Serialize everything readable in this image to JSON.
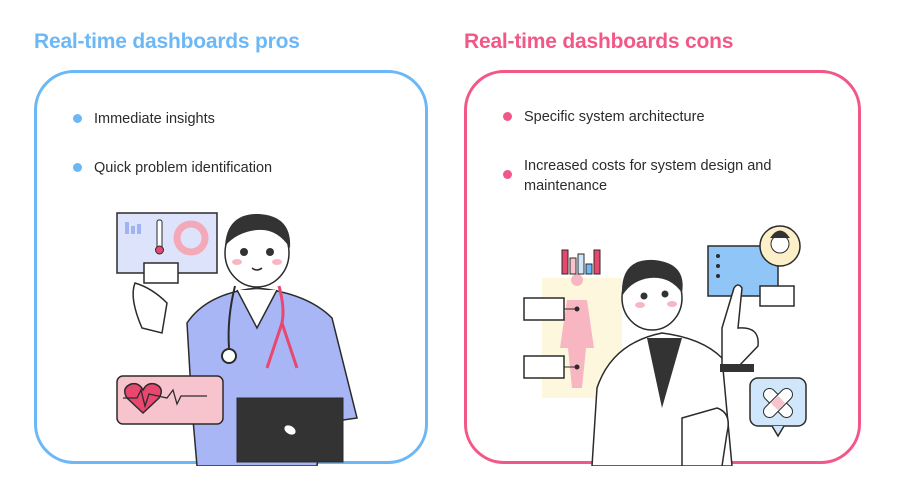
{
  "pros": {
    "title": "Real-time dashboards pros",
    "color": "#6cb8f6",
    "items": [
      {
        "label": "Immediate insights"
      },
      {
        "label": "Quick problem identification"
      }
    ],
    "illustration": "doctor-with-dashboard-heart-monitor-laptop"
  },
  "cons": {
    "title": "Real-time dashboards cons",
    "color": "#f25887",
    "items": [
      {
        "label": "Specific system architecture"
      },
      {
        "label": "Increased costs for system design and maintenance"
      }
    ],
    "illustration": "doctor-with-body-chart-patient-card-bandage"
  }
}
